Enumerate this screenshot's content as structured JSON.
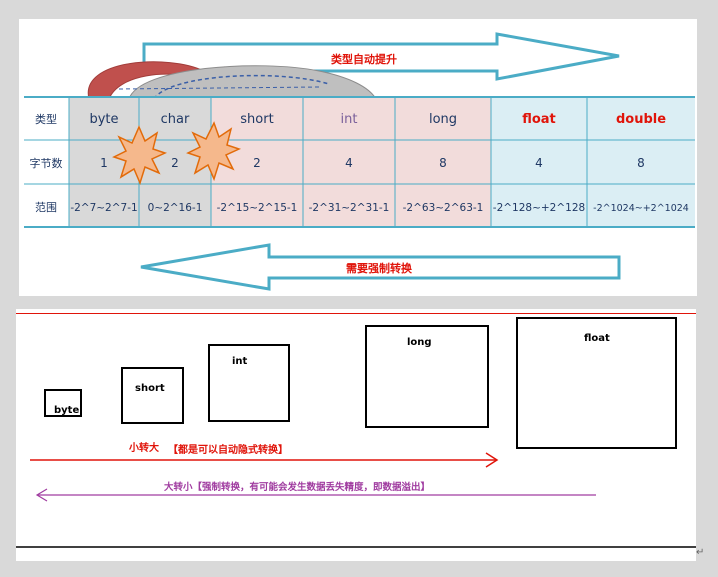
{
  "top": {
    "auto_promotion_label": "类型自动提升",
    "forced_cast_label": "需要强制转换",
    "row_headers": [
      "类型",
      "字节数",
      "范围"
    ],
    "types": [
      {
        "name": "byte",
        "bytes": "1",
        "range": "-2^7~2^7-1"
      },
      {
        "name": "char",
        "bytes": "2",
        "range": "0~2^16-1"
      },
      {
        "name": "short",
        "bytes": "2",
        "range": "-2^15~2^15-1"
      },
      {
        "name": "int",
        "bytes": "4",
        "range": "-2^31~2^31-1"
      },
      {
        "name": "long",
        "bytes": "8",
        "range": "-2^63~2^63-1"
      },
      {
        "name": "float",
        "bytes": "4",
        "range": "-2^128~+2^128"
      },
      {
        "name": "double",
        "bytes": "8",
        "range": "-2^1024~+2^1024"
      }
    ],
    "colors": {
      "grey": "#d9d9d9",
      "pink": "#f2dcdb",
      "light_blue": "#dbeef4",
      "int_text": "#7a5f9a",
      "float_text": "#e0140a",
      "arrow_outline": "#4bacc6",
      "curve_fill": "#c0504d"
    }
  },
  "bottom": {
    "boxes": [
      "byte",
      "short",
      "int",
      "long",
      "float"
    ],
    "small_to_big": "小转大",
    "small_to_big_note": "【都是可以自动隐式转换】",
    "big_to_small": "大转小【强制转换，有可能会发生数据丢失精度，即数据溢出】",
    "colors": {
      "red": "#e0140a",
      "purple": "#a03ca0"
    }
  }
}
